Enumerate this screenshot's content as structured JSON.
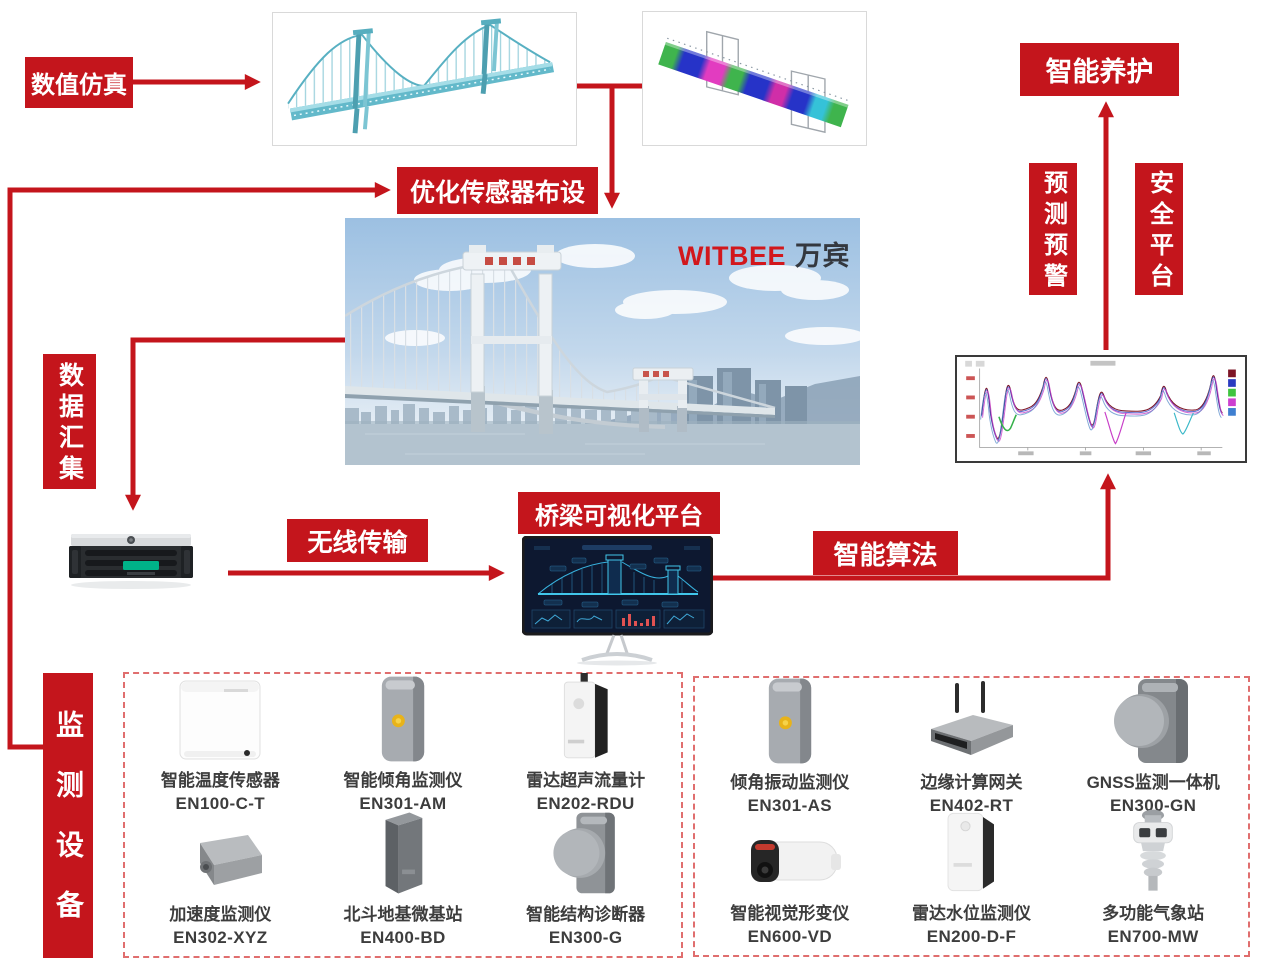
{
  "palette": {
    "accent_red": "#c4151c",
    "dashed_border_red": "#e06e6e",
    "device_text_color": "#3d3d3d",
    "witbee_red": "#d2171c"
  },
  "flow": {
    "numerical_simulation": "数值仿真",
    "optimize_sensor_layout": "优化传感器布设",
    "intelligent_maintenance": "智能养护",
    "data_aggregation": "数据汇集",
    "prediction_warning": "预测预警",
    "safety_platform": "安全平台",
    "wireless_transmission": "无线传输",
    "bridge_visualization_platform": "桥梁可视化平台",
    "intelligent_algorithm": "智能算法",
    "monitoring_equipment": "监测设备"
  },
  "photo_watermark": {
    "brand": "WITBEE",
    "brand_cn": "万宾"
  },
  "frf_chart": {
    "legend_colors": [
      "#7d1526",
      "#2a3bc0",
      "#3fc43f",
      "#cc3fd0",
      "#3f7fd0"
    ]
  },
  "monitoring": {
    "left_group": [
      {
        "name": "智能温度传感器",
        "model": "EN100-C-T",
        "icon": "temperature-sensor-icon"
      },
      {
        "name": "智能倾角监测仪",
        "model": "EN301-AM",
        "icon": "tilt-monitor-icon"
      },
      {
        "name": "雷达超声流量计",
        "model": "EN202-RDU",
        "icon": "radar-flow-meter-icon"
      },
      {
        "name": "加速度监测仪",
        "model": "EN302-XYZ",
        "icon": "accelerometer-icon"
      },
      {
        "name": "北斗地基微基站",
        "model": "EN400-BD",
        "icon": "beidou-base-station-icon"
      },
      {
        "name": "智能结构诊断器",
        "model": "EN300-G",
        "icon": "structure-diagnoser-icon"
      }
    ],
    "right_group": [
      {
        "name": "倾角振动监测仪",
        "model": "EN301-AS",
        "icon": "tilt-vibration-monitor-icon"
      },
      {
        "name": "边缘计算网关",
        "model": "EN402-RT",
        "icon": "edge-gateway-icon"
      },
      {
        "name": "GNSS监测一体机",
        "model": "EN300-GN",
        "icon": "gnss-monitor-icon"
      },
      {
        "name": "智能视觉形变仪",
        "model": "EN600-VD",
        "icon": "vision-camera-icon"
      },
      {
        "name": "雷达水位监测仪",
        "model": "EN200-D-F",
        "icon": "water-level-radar-icon"
      },
      {
        "name": "多功能气象站",
        "model": "EN700-MW",
        "icon": "weather-station-icon"
      }
    ]
  }
}
